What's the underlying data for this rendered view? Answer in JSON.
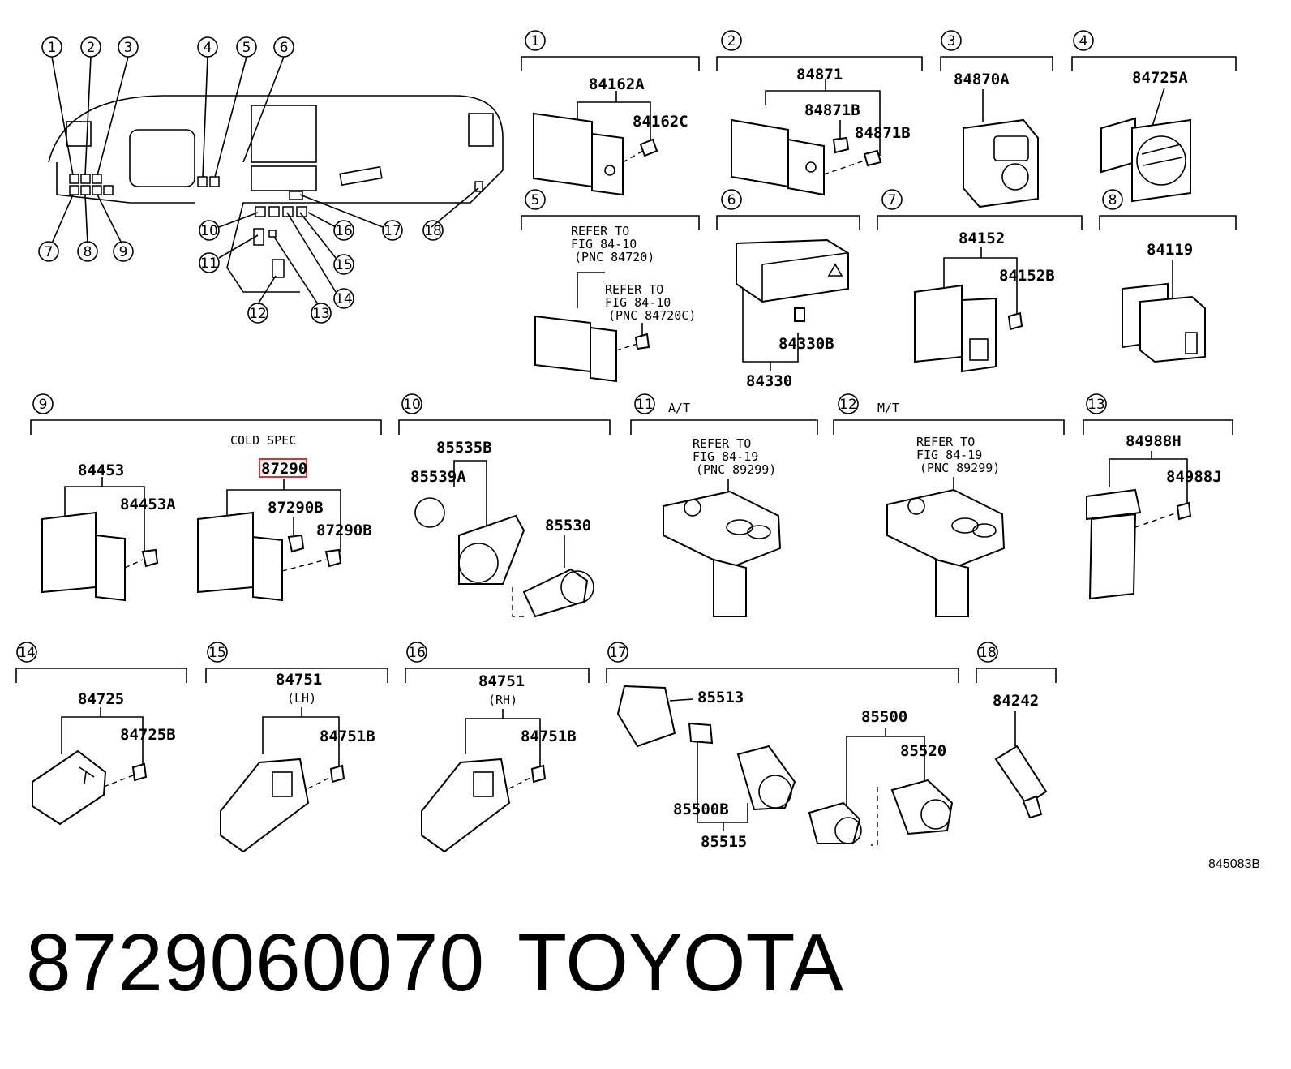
{
  "overview_callouts": [
    "1",
    "2",
    "3",
    "4",
    "5",
    "6",
    "7",
    "8",
    "9",
    "10",
    "11",
    "12",
    "13",
    "14",
    "15",
    "16",
    "17",
    "18"
  ],
  "sections": {
    "s1": {
      "num": "1",
      "parts": [
        "84162A",
        "84162C"
      ]
    },
    "s2": {
      "num": "2",
      "parts": [
        "84871",
        "84871B",
        "84871B"
      ]
    },
    "s3": {
      "num": "3",
      "parts": [
        "84870A"
      ]
    },
    "s4": {
      "num": "4",
      "parts": [
        "84725A"
      ]
    },
    "s5": {
      "num": "5",
      "notes": [
        "REFER TO",
        "FIG 84-10",
        "(PNC 84720)",
        "REFER TO",
        "FIG 84-10",
        "(PNC 84720C)"
      ]
    },
    "s6": {
      "num": "6",
      "parts": [
        "84330B",
        "84330"
      ]
    },
    "s7": {
      "num": "7",
      "parts": [
        "84152",
        "84152B"
      ]
    },
    "s8": {
      "num": "8",
      "parts": [
        "84119"
      ]
    },
    "s9": {
      "num": "9",
      "note": "COLD SPEC",
      "parts": [
        "84453",
        "84453A",
        "87290",
        "87290B",
        "87290B"
      ]
    },
    "s10": {
      "num": "10",
      "parts": [
        "85535B",
        "85539A",
        "85530"
      ]
    },
    "s11": {
      "num": "11",
      "variant": "A/T",
      "notes": [
        "REFER TO",
        "FIG 84-19",
        "(PNC 89299)"
      ]
    },
    "s12": {
      "num": "12",
      "variant": "M/T",
      "notes": [
        "REFER TO",
        "FIG 84-19",
        "(PNC 89299)"
      ]
    },
    "s13": {
      "num": "13",
      "parts": [
        "84988H",
        "84988J"
      ]
    },
    "s14": {
      "num": "14",
      "parts": [
        "84725",
        "84725B"
      ]
    },
    "s15": {
      "num": "15",
      "parts": [
        "84751",
        "(LH)",
        "84751B"
      ]
    },
    "s16": {
      "num": "16",
      "parts": [
        "84751",
        "(RH)",
        "84751B"
      ]
    },
    "s17": {
      "num": "17",
      "parts": [
        "85513",
        "85500B",
        "85515",
        "85500",
        "85520"
      ]
    },
    "s18": {
      "num": "18",
      "parts": [
        "84242"
      ]
    }
  },
  "figure_id": "845083B",
  "highlighted_part": "87290",
  "highlight_color": "#e03030",
  "footer": {
    "part_number": "8729060070",
    "brand": "TOYOTA"
  }
}
